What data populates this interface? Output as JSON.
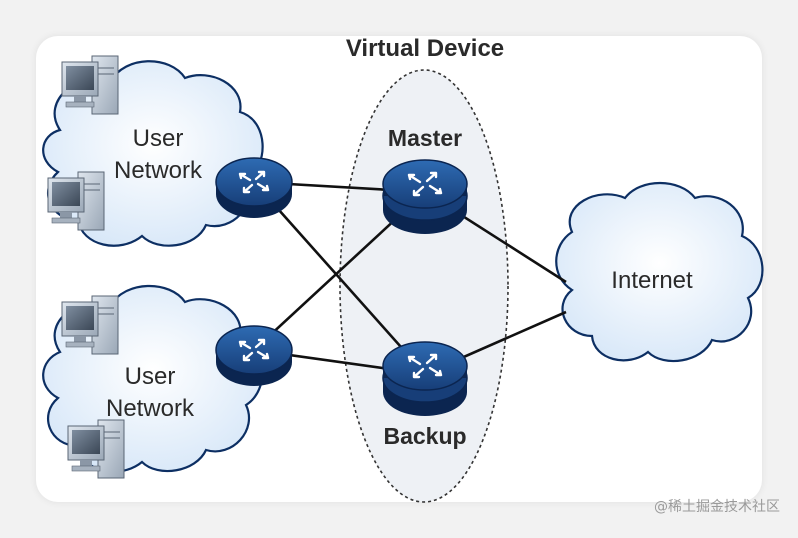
{
  "title": "Virtual Device",
  "nodes": {
    "master_label": "Master",
    "backup_label": "Backup",
    "internet_label": "Internet",
    "user_network_1": [
      "User",
      "Network"
    ],
    "user_network_2": [
      "User",
      "Network"
    ]
  },
  "watermark": "@稀土掘金技术社区",
  "colors": {
    "cloud_fill": "#e7f1fb",
    "cloud_stroke": "#0d2f63",
    "router_dark": "#0d2a57",
    "router_mid": "#1f4f8c",
    "line": "#111111"
  },
  "icons": [
    "computer-icon",
    "router-icon",
    "cloud-icon"
  ]
}
